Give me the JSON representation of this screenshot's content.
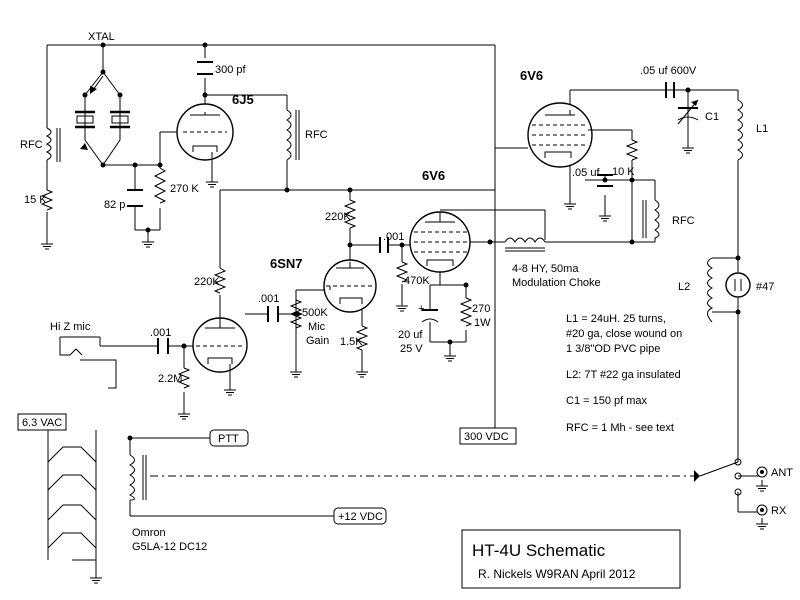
{
  "title_block": {
    "title": "HT-4U Schematic",
    "author": "R. Nickels W9RAN  April 2012"
  },
  "tubes": {
    "osc": "6J5",
    "pa": "6V6",
    "audio1": "6SN7",
    "modulator": "6V6",
    "pilot_lamp": "#47"
  },
  "labels": {
    "xtal": "XTAL",
    "rfc": "RFC",
    "r15k": "15 K",
    "c82p": "82 p",
    "r270k": "270 K",
    "c300pf": "300 pf",
    "c05_600v": ".05 uf 600V",
    "c1": "C1",
    "l1": "L1",
    "l2": "L2",
    "c05uf": ".05 uf",
    "r10k": "10 K",
    "r220k_top": "220K",
    "c001_mod": ".001",
    "r470k": "470K",
    "r270_1w_a": "270",
    "r270_1w_b": "1W",
    "c20uf_a": "20 uf",
    "c20uf_b": "25 V",
    "choke_a": "4-8 HY, 50ma",
    "choke_b": "Modulation Choke",
    "r220k_mid": "220K",
    "c001_mid": ".001",
    "gain_a": "500K",
    "gain_b": "Mic",
    "gain_c": "Gain",
    "r15k_cathode": "1.5K",
    "mic": "Hi Z mic",
    "c001_mic": ".001",
    "r22m": "2.2M",
    "vac": "6.3 VAC",
    "ptt": "PTT",
    "vdc300": "300 VDC",
    "vdc12": "+12 VDC",
    "relay_a": "Omron",
    "relay_b": "G5LA-12 DC12",
    "ant": "ANT",
    "rx": "RX"
  },
  "notes": [
    "L1 = 24uH.  25 turns,",
    "#20 ga, close wound on",
    "1 3/8\"OD PVC pipe",
    "L2: 7T #22 ga insulated",
    "C1 = 150 pf max",
    "RFC = 1 Mh - see text"
  ]
}
